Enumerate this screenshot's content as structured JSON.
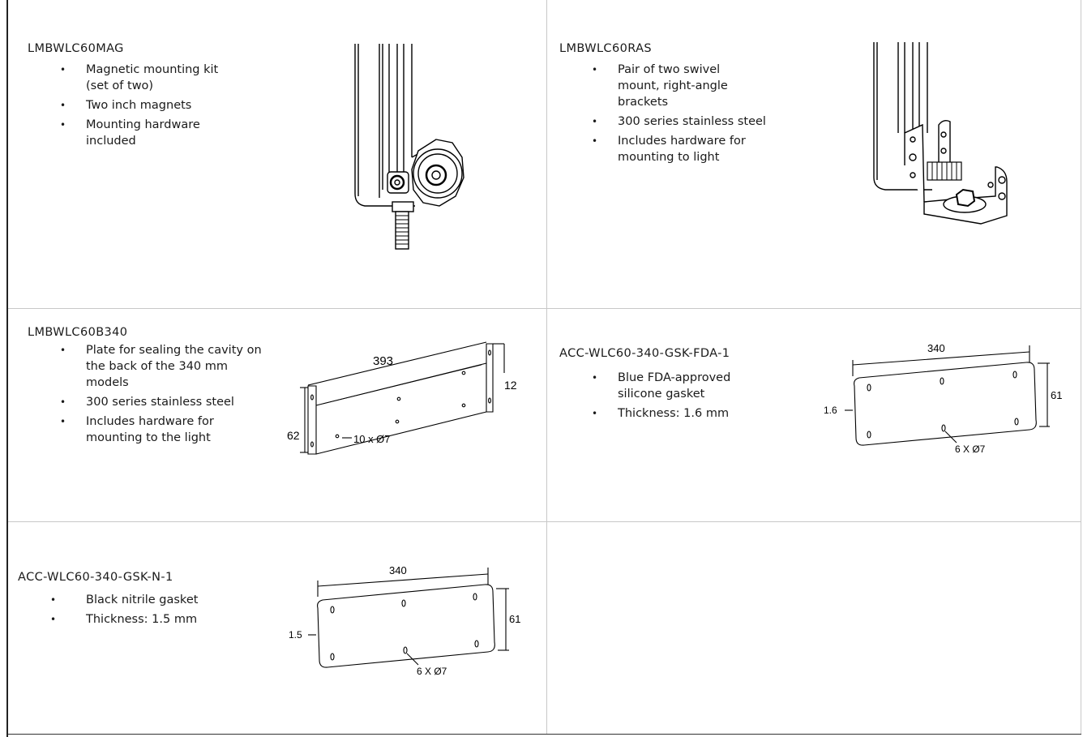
{
  "cells": [
    {
      "title": "LMBWLC60MAG",
      "bullets": [
        "Magnetic mounting kit (set of two)",
        "Two inch magnets",
        "Mounting hardware included"
      ]
    },
    {
      "title": "LMBWLC60RAS",
      "bullets": [
        "Pair of two swivel mount, right-angle brackets",
        "300 series stainless steel",
        "Includes hardware for mounting to light"
      ]
    },
    {
      "title": "LMBWLC60B340",
      "bullets": [
        "Plate for sealing the cavity on the back of the 340 mm models",
        "300 series stainless steel",
        "Includes hardware for mounting to the light"
      ],
      "dims": {
        "length": "393",
        "height": "62",
        "thickness": "12",
        "holes": "10 x Ø7"
      }
    },
    {
      "title": "ACC-WLC60-340-GSK-FDA-1",
      "bullets": [
        "Blue FDA-approved silicone gasket",
        "Thickness: 1.6 mm"
      ],
      "dims": {
        "length": "340",
        "height": "61",
        "thickness": "1.6",
        "holes": "6 X Ø7"
      }
    },
    {
      "title": "ACC-WLC60-340-GSK-N-1",
      "bullets": [
        "Black nitrile gasket",
        "Thickness: 1.5 mm"
      ],
      "dims": {
        "length": "340",
        "height": "61",
        "thickness": "1.5",
        "holes": "6 X Ø7"
      }
    }
  ]
}
